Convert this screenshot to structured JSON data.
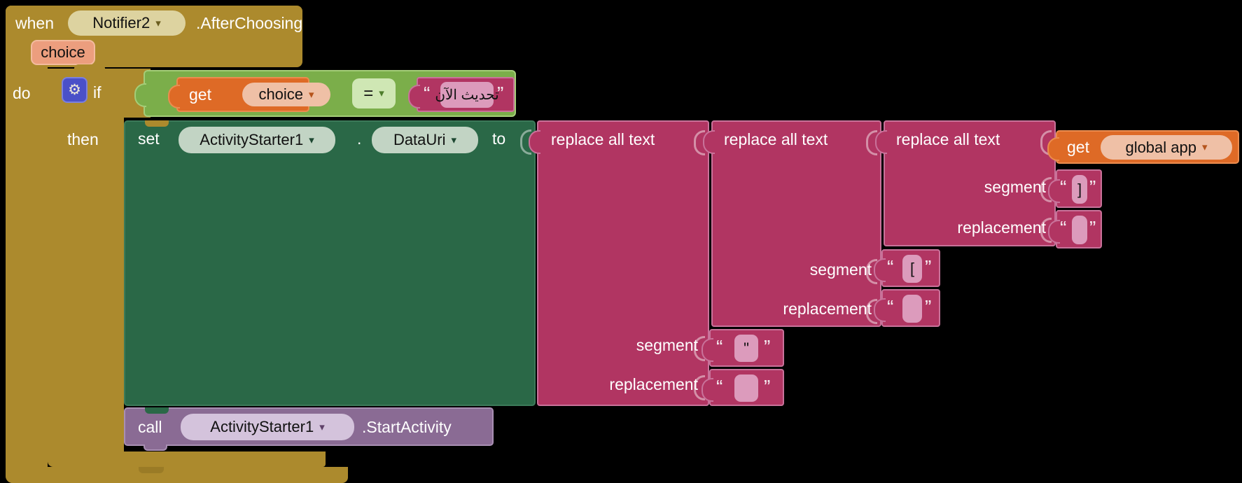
{
  "colors": {
    "event_gold": "#ac8a2d",
    "logic_green": "#7bae4a",
    "text_magenta": "#b13562",
    "setter_dark_green": "#2a6847",
    "variable_orange": "#de6a26",
    "method_purple": "#8a6b94"
  },
  "event": {
    "when": "when",
    "component": "Notifier2",
    "event_name": ".AfterChoosing",
    "param": "choice",
    "do": "do"
  },
  "if_block": {
    "if": "if",
    "then": "then",
    "gear_icon": "gear-icon"
  },
  "condition": {
    "get": "get",
    "variable": "choice",
    "operator": "="
  },
  "condition_text": {
    "value": "تحديث الآن"
  },
  "quotes": {
    "open": "“",
    "close": "”"
  },
  "setter": {
    "set": "set",
    "component": "ActivityStarter1",
    "dot": ".",
    "property": "DataUri",
    "to": "to"
  },
  "replace_blocks": [
    {
      "label": "replace all text",
      "segment": "segment",
      "replacement": "replacement",
      "segment_value": "\"",
      "replacement_value": ""
    },
    {
      "label": "replace all text",
      "segment": "segment",
      "replacement": "replacement",
      "segment_value": "[",
      "replacement_value": ""
    },
    {
      "label": "replace all text",
      "segment": "segment",
      "replacement": "replacement",
      "segment_value": "]",
      "replacement_value": ""
    }
  ],
  "get_global": {
    "get": "get",
    "variable": "global app"
  },
  "caller": {
    "call": "call",
    "component": "ActivityStarter1",
    "method": ".StartActivity"
  }
}
